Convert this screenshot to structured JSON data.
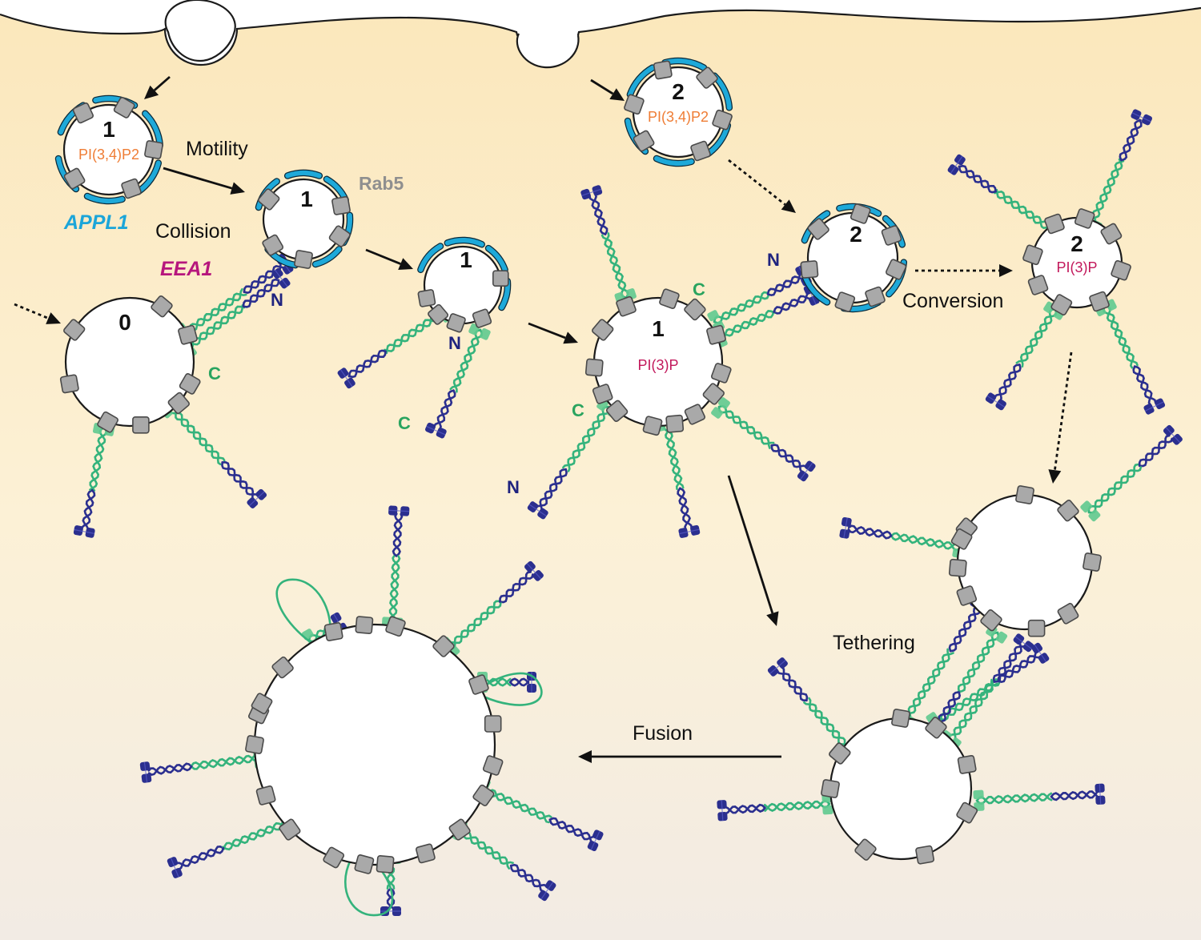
{
  "colors": {
    "background_top": "#fbe7bb",
    "background_bottom": "#f2ebe4",
    "appl1": "#1ea9d9",
    "rab5": "#a9a9a9",
    "eea1_coil": "#34b37c",
    "eea1_pad": "#5fc98f",
    "eea1_n": "#2b2f8f",
    "pi34p2": "#ef7d35",
    "pi3p": "#c2185b",
    "terminus_n": "#1f237f",
    "terminus_c": "#2aa45f",
    "label_eea1": "#b6167d",
    "label_appl1": "#1ba5d9",
    "label_rab5": "#8f8f8f"
  },
  "labels": {
    "motility": "Motility",
    "collision": "Collision",
    "conversion": "Conversion",
    "tethering": "Tethering",
    "fusion": "Fusion",
    "appl1": "APPL1",
    "eea1": "EEA1",
    "rab5": "Rab5",
    "terminus_n": "N",
    "terminus_c": "C"
  },
  "vesicles": {
    "endosome_0": {
      "number": "0"
    },
    "v1_initial": {
      "number": "1",
      "lipid": "PI(3,4)P2"
    },
    "v1_motile": {
      "number": "1"
    },
    "v1_captured": {
      "number": "1"
    },
    "v1_mature": {
      "number": "1",
      "lipid": "PI(3)P"
    },
    "v2_initial": {
      "number": "2",
      "lipid": "PI(3,4)P2"
    },
    "v2_tethered": {
      "number": "2"
    },
    "v2_converted": {
      "number": "2",
      "lipid": "PI(3)P"
    }
  }
}
